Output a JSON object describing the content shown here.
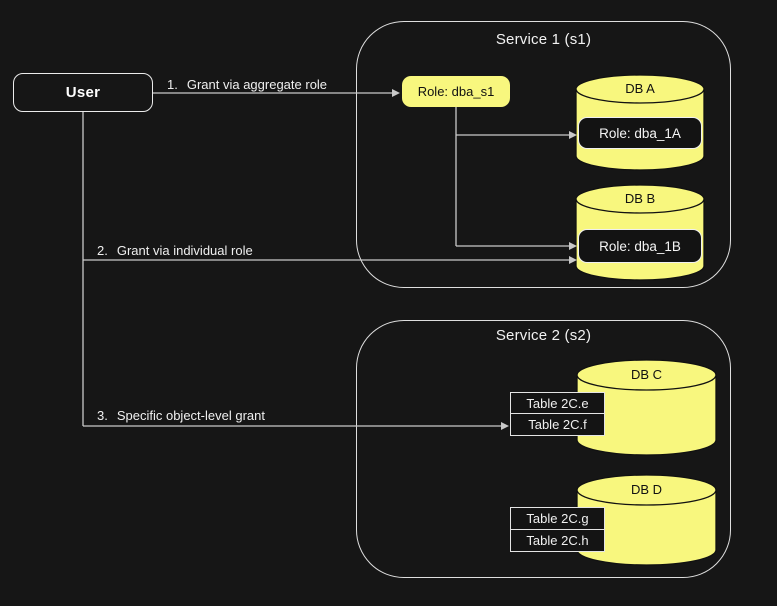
{
  "colors": {
    "yellow": "#F8F77E",
    "line": "#C9C9C9",
    "container_border": "#DEDEDE",
    "node_border": "#ECECEC",
    "background": "#161616",
    "dark_node_fill": "#141414",
    "text_light": "#F2F2F2",
    "text_dark": "#111111"
  },
  "user": {
    "label": "User"
  },
  "grants": [
    {
      "num": "1.",
      "label": "Grant via aggregate role"
    },
    {
      "num": "2.",
      "label": "Grant via individual role"
    },
    {
      "num": "3.",
      "label": "Specific object-level grant"
    }
  ],
  "service1": {
    "title": "Service 1 (s1)",
    "aggregate_role": "Role: dba_s1",
    "databases": [
      {
        "name": "DB A",
        "role": "Role: dba_1A"
      },
      {
        "name": "DB B",
        "role": "Role: dba_1B"
      }
    ]
  },
  "service2": {
    "title": "Service 2 (s2)",
    "databases": [
      {
        "name": "DB C",
        "tables": [
          "Table 2C.e",
          "Table 2C.f"
        ]
      },
      {
        "name": "DB D",
        "tables": [
          "Table 2C.g",
          "Table 2C.h"
        ]
      }
    ]
  }
}
